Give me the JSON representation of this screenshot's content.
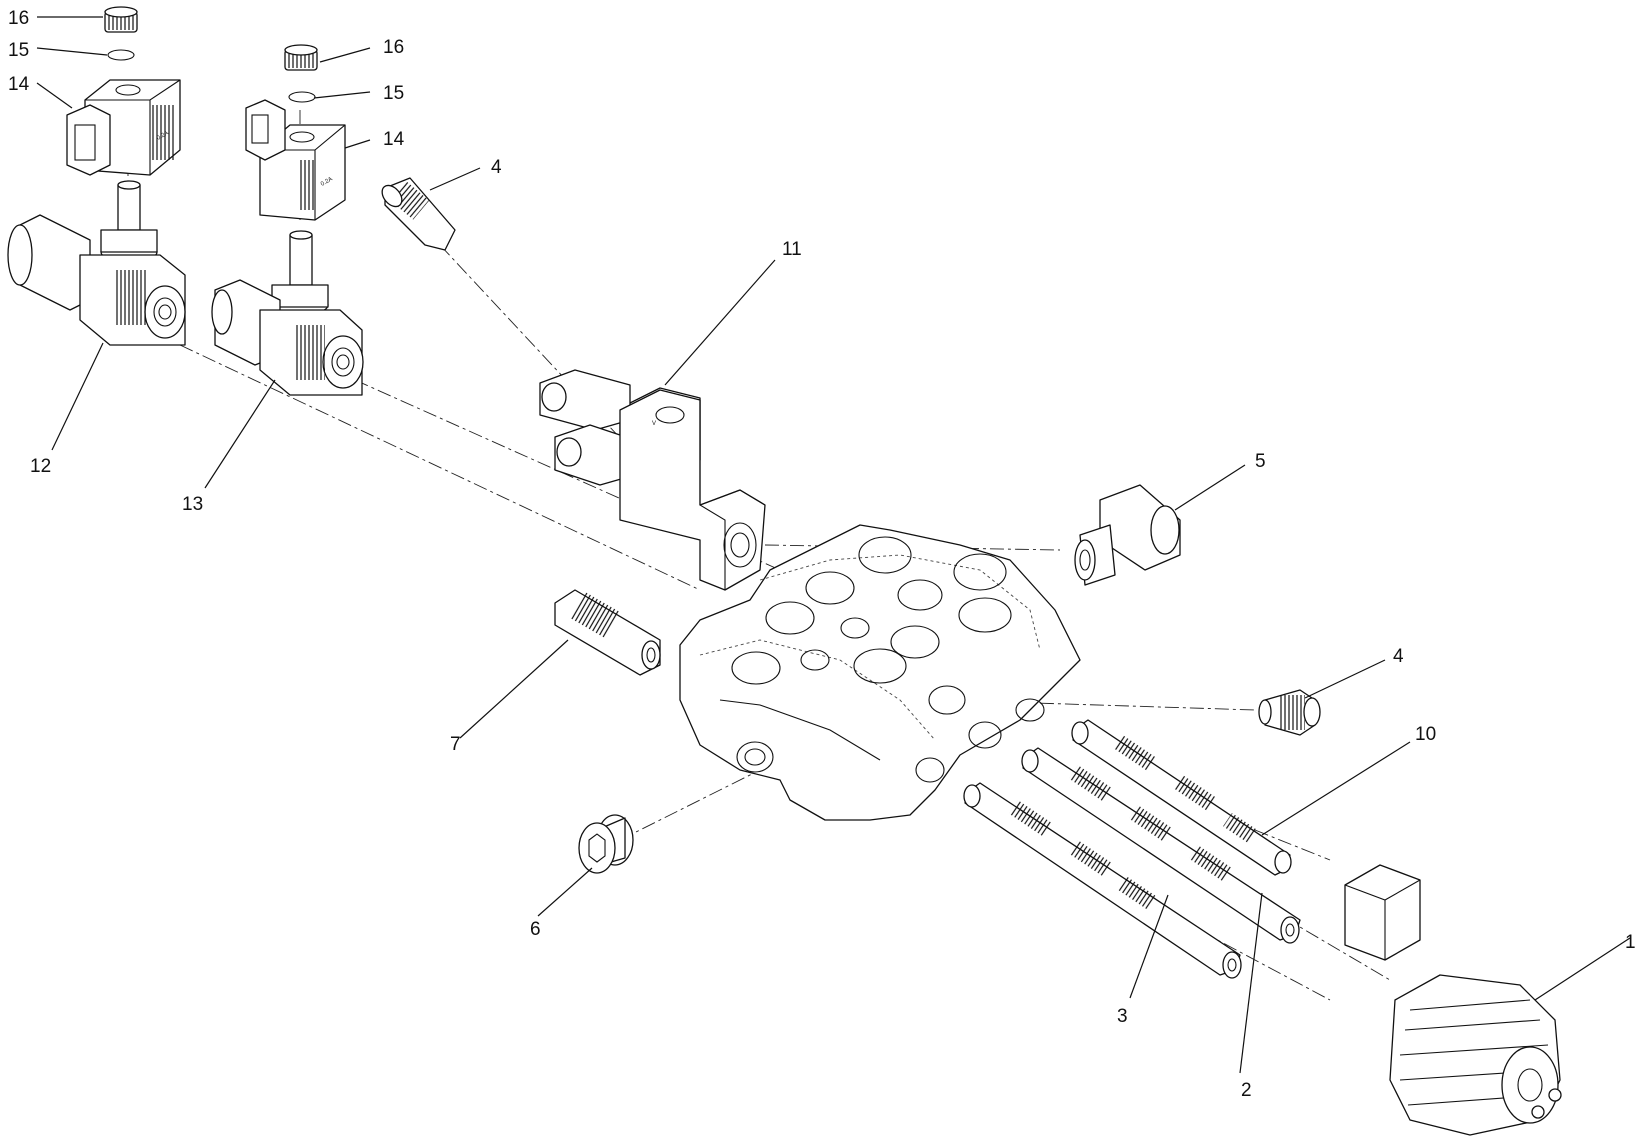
{
  "callouts": {
    "c16a": "16",
    "c15a": "15",
    "c14a": "14",
    "c16b": "16",
    "c15b": "15",
    "c14b": "14",
    "c4a": "4",
    "c11": "11",
    "c12": "12",
    "c13": "13",
    "c5": "5",
    "c4b": "4",
    "c10": "10",
    "c7": "7",
    "c6": "6",
    "c1": "1",
    "c3": "3",
    "c2": "2"
  },
  "markings": {
    "coil_a": "0.2A",
    "coil_b": "0.2A",
    "port_v": "V"
  }
}
